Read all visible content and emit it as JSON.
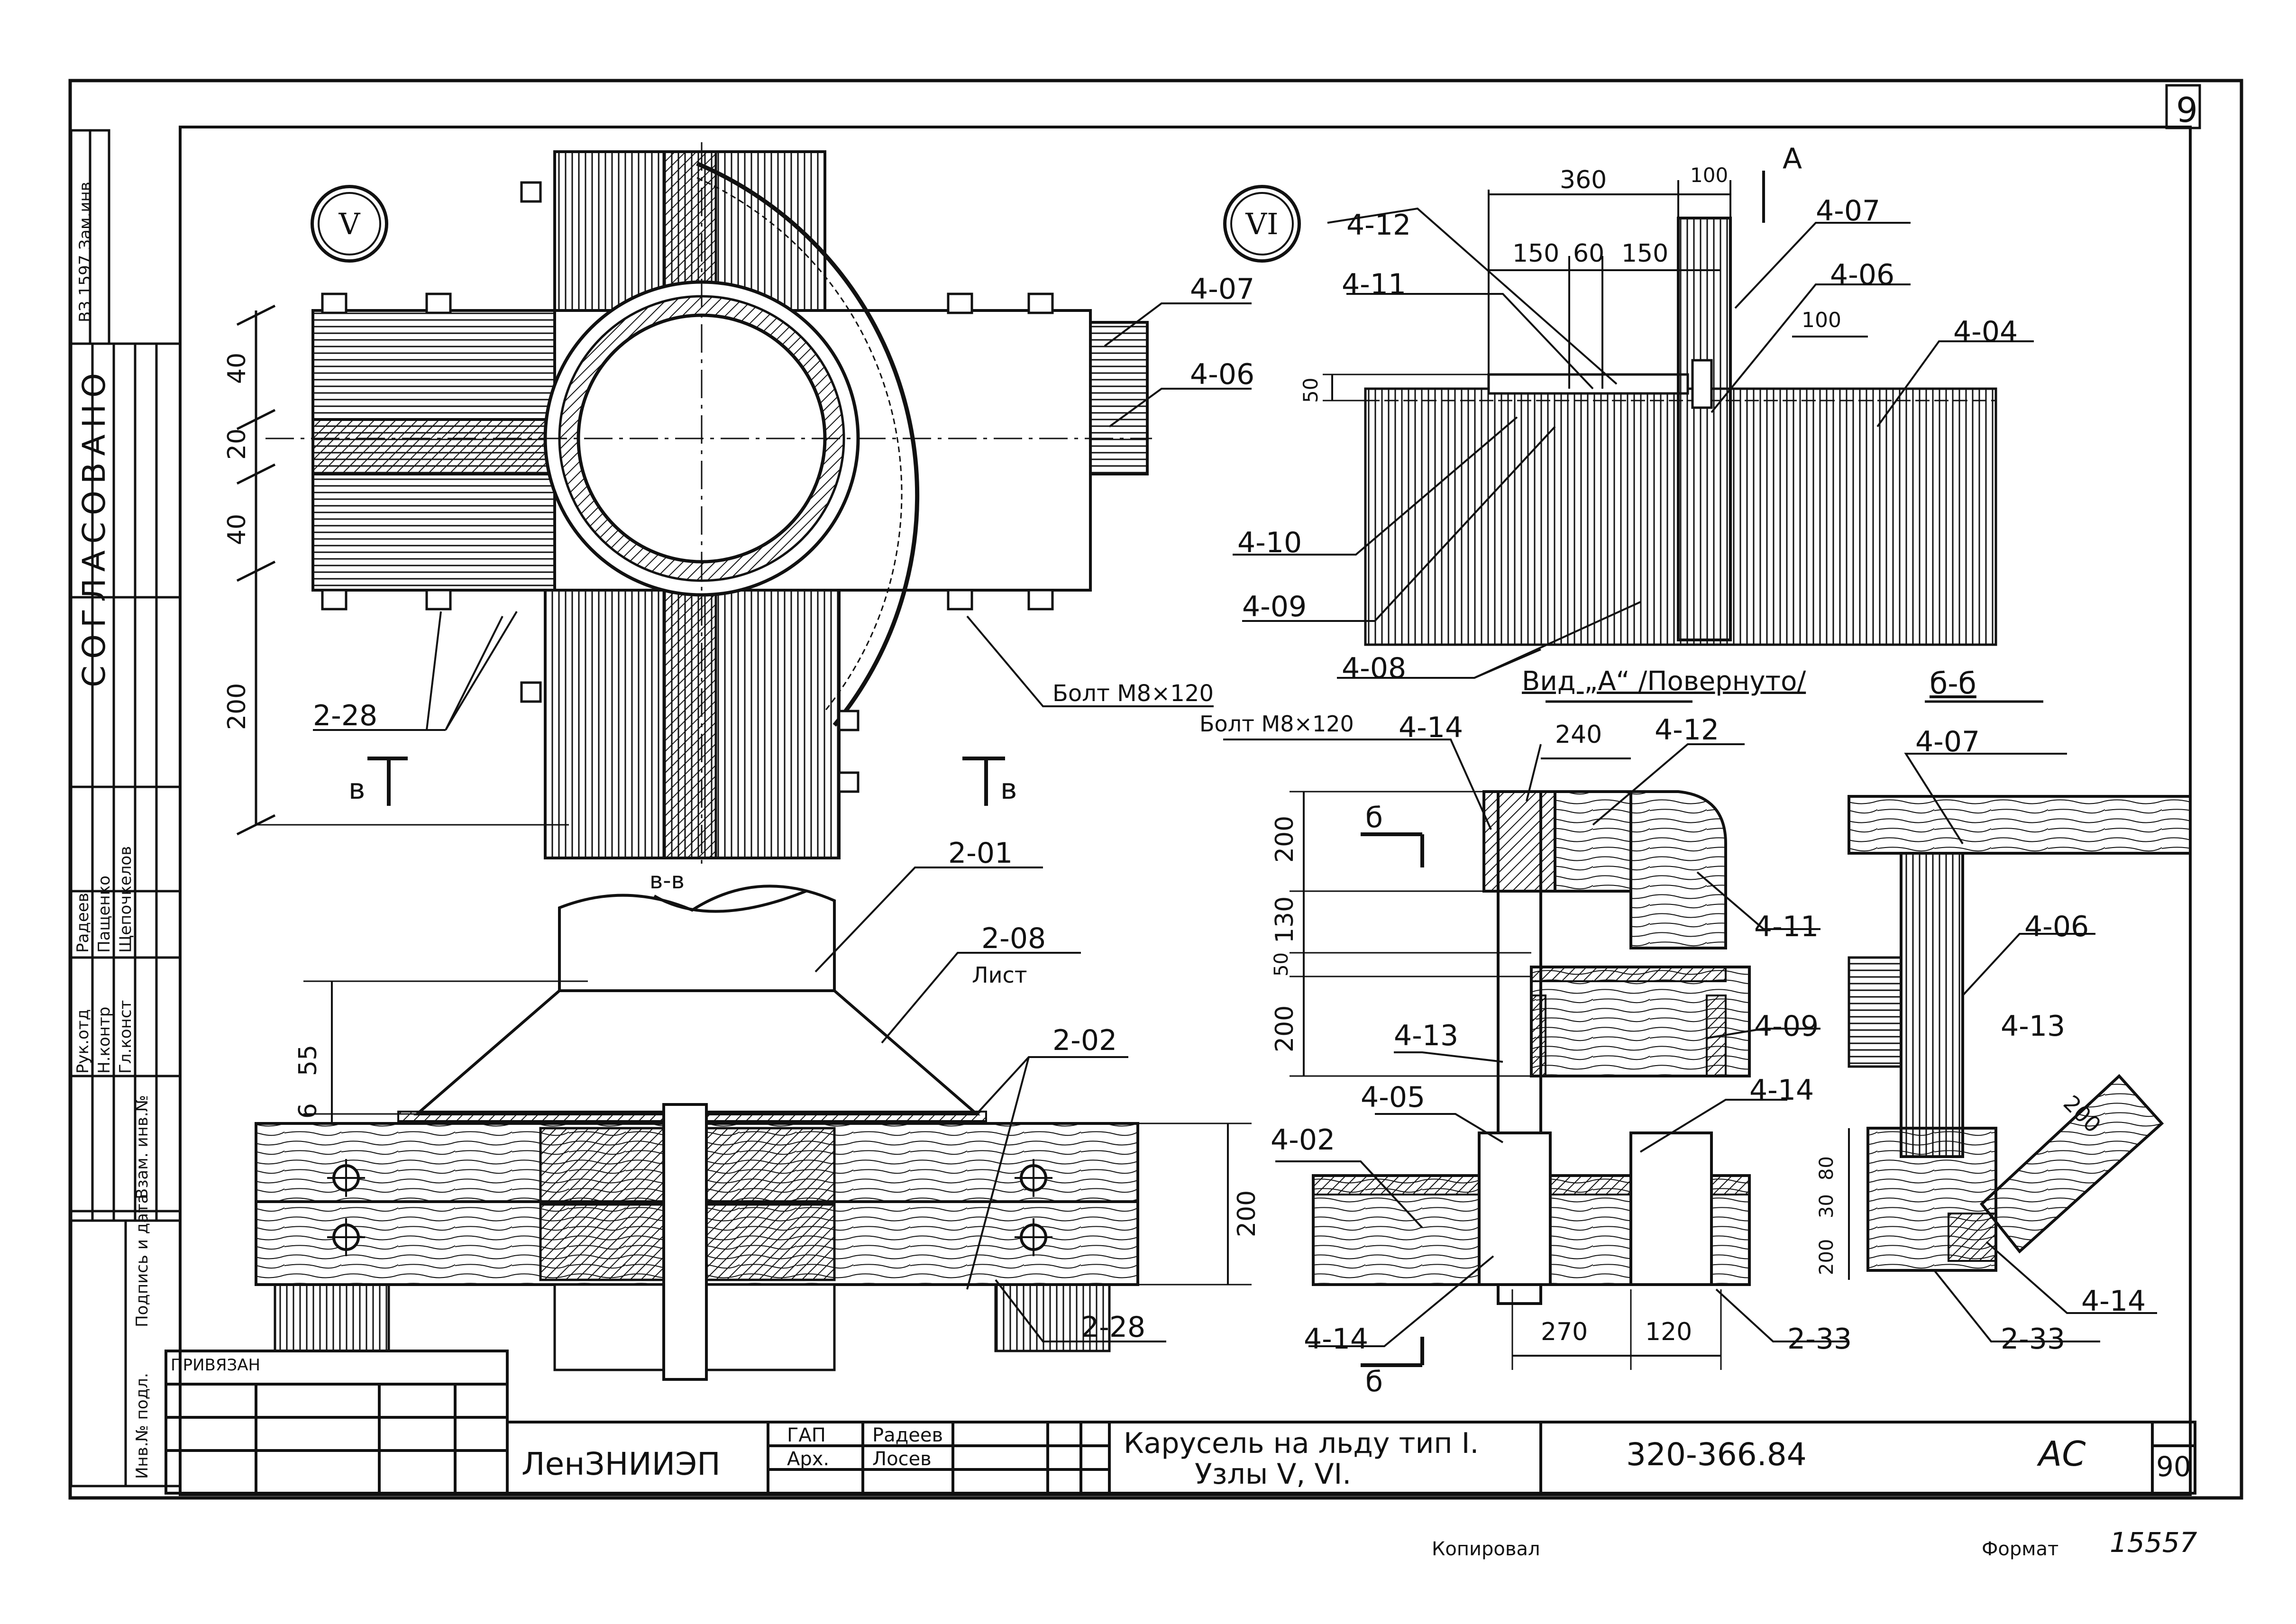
{
  "sheet": {
    "sheet_no": "9",
    "corner_right": "90",
    "bottom_left": "Копировал",
    "bottom_mid": "Формат",
    "bottom_right": "15557"
  },
  "left_strip": {
    "soglasovano": "СОГЛАСОВАНО",
    "stamp_top": "ВЗ 1597 Зам.инв",
    "roles": [
      {
        "role": "Рук.отд",
        "name": "Радеев"
      },
      {
        "role": "Н.контр",
        "name": "Пащенко"
      },
      {
        "role": "Гл.конст",
        "name": "Щепочкелов"
      }
    ],
    "inv_labels": [
      "Инв.№ подл.",
      "Подпись и дата",
      "Взам. инв.№"
    ]
  },
  "title_block": {
    "privyazan": "ПРИВЯЗАН",
    "org": "ЛенЗНИИЭП",
    "gap_label": "ГАП",
    "gap_name": "Радеев",
    "arch_label": "Арх.",
    "arch_name": "Лосев",
    "title_line1": "Карусель на льду тип I.",
    "title_line2": "Узлы V, VI.",
    "doc_code": "320-366.84",
    "stage": "АС"
  },
  "node_V": {
    "marker": "V",
    "dims": [
      "40",
      "20",
      "40",
      "200"
    ],
    "labels": [
      "4-07",
      "4-06",
      "2-28",
      "Болт М8×120"
    ],
    "cut_marks": [
      "в",
      "в"
    ]
  },
  "node_VI": {
    "marker": "VI",
    "top_dims": [
      "360",
      "100",
      "150",
      "60",
      "150",
      "100",
      "50"
    ],
    "marker_A": "А",
    "labels": [
      "4-12",
      "4-11",
      "4-07",
      "4-06",
      "4-04",
      "4-10",
      "4-09",
      "4-08"
    ],
    "view_title": "Вид „А“ /Повернуто/"
  },
  "section_bb": {
    "title": "б-б",
    "bolt": "Болт М8×120",
    "dims_v": [
      "200",
      "130",
      "50",
      "200"
    ],
    "dims_h": [
      "240",
      "270",
      "120"
    ],
    "dims_right": [
      "80",
      "30",
      "200",
      "200"
    ],
    "labels": [
      "4-14",
      "4-12",
      "4-11",
      "4-09",
      "4-13",
      "4-05",
      "4-02",
      "4-14",
      "4-14",
      "2-33",
      "4-07",
      "4-06",
      "4-13",
      "4-14",
      "2-33"
    ],
    "cut_mark": "б"
  },
  "section_vv": {
    "title": "в-в",
    "dims": [
      "55",
      "6",
      "200"
    ],
    "labels": [
      "2-01",
      "2-08",
      "Лист",
      "2-02",
      "2-28"
    ]
  }
}
